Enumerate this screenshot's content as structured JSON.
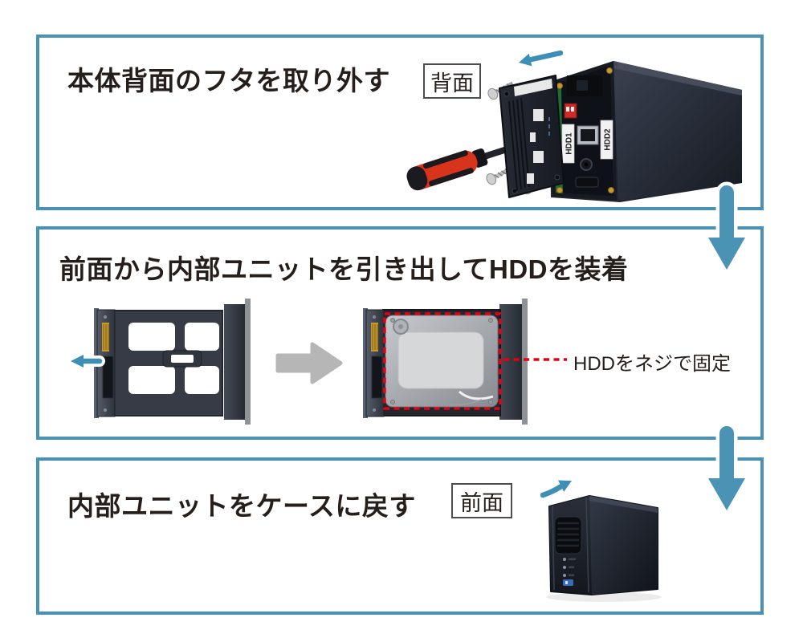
{
  "diagram": {
    "type": "hdd-installation-instructions",
    "steps": [
      {
        "title": "本体背面のフタを取り外す",
        "tag": "背面"
      },
      {
        "title": "前面から内部ユニットを引き出してHDDを装着",
        "annotation": "HDDをネジで固定"
      },
      {
        "title": "内部ユニットをケースに戻す",
        "tag": "前面"
      }
    ],
    "device": {
      "rear_labels": [
        "HDD1",
        "HDD2"
      ]
    },
    "colors": {
      "panel_border": "#4992b4",
      "flow_arrow_blue": "#4a93b5",
      "pointer_arrow_blue": "#3d8fb5",
      "gray_arrow": "#b6b6b6",
      "red_dotted": "#e60012",
      "title_text": "#251e1b",
      "enclosure_dark": "#20242e",
      "hdd_silver": "#c2c5c9"
    },
    "icons": [
      "down-arrow-icon",
      "left-arrow-icon",
      "right-arrow-icon",
      "up-right-arrow-icon",
      "screwdriver-icon",
      "screw-icon"
    ]
  }
}
